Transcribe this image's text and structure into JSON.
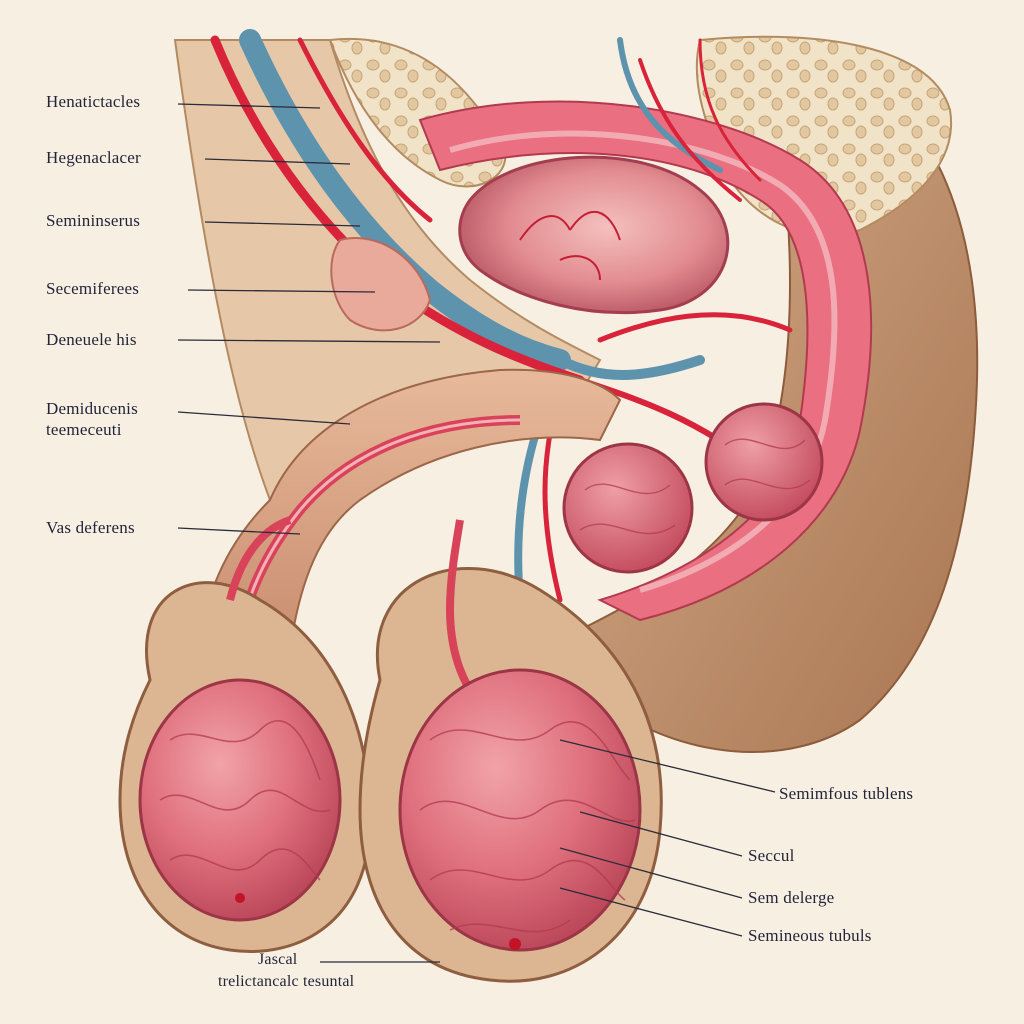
{
  "labels": {
    "hematic": "Henatictacles",
    "hegena": "Hegenaclacer",
    "semin": "Semininserus",
    "secemi": "Secemiferees",
    "deneu": "Deneuele his",
    "demid_line1": "Demiducenis",
    "demid_line2": "teemeceuti",
    "vas": "Vas deferens",
    "tubules_right": "Semimfous tublens",
    "secul": "Seccul",
    "delege": "Sem delerge",
    "tubuls": "Semineous tubuls",
    "jascal_line1": "Jascal",
    "jascal_line2": "trelictancalc tesuntal"
  },
  "colors": {
    "background": "#f7f0e2",
    "skin": "#b98a63",
    "flesh": "#d8a88a",
    "muscle": "#e5586e",
    "artery": "#d8233a",
    "vein": "#5e93ad",
    "testis": "#e27b84",
    "label_text": "#23243a",
    "leader_line": "#2b2b3a"
  }
}
